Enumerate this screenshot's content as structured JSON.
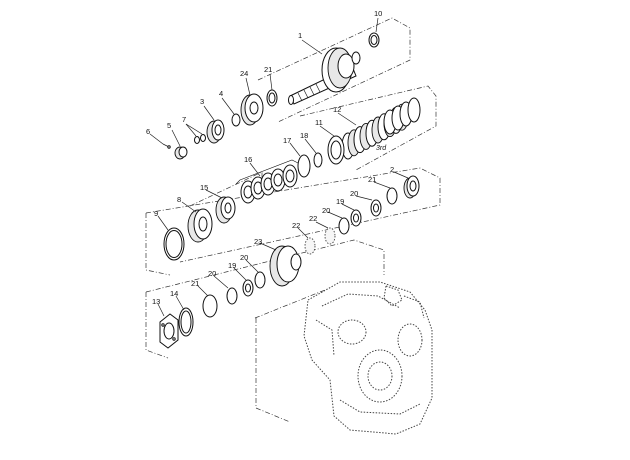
{
  "callouts": [
    {
      "id": "c1",
      "text": "1"
    },
    {
      "id": "c10",
      "text": "10"
    },
    {
      "id": "c21a",
      "text": "21"
    },
    {
      "id": "c24",
      "text": "24"
    },
    {
      "id": "c4",
      "text": "4"
    },
    {
      "id": "c3",
      "text": "3"
    },
    {
      "id": "c7",
      "text": "7"
    },
    {
      "id": "c5",
      "text": "5"
    },
    {
      "id": "c6",
      "text": "6"
    },
    {
      "id": "c12",
      "text": "12"
    },
    {
      "id": "c11",
      "text": "11"
    },
    {
      "id": "c18",
      "text": "18"
    },
    {
      "id": "c17",
      "text": "17"
    },
    {
      "id": "c16",
      "text": "16"
    },
    {
      "id": "c3rd",
      "text": "3rd"
    },
    {
      "id": "c2",
      "text": "2"
    },
    {
      "id": "c21b",
      "text": "21"
    },
    {
      "id": "c20a",
      "text": "20"
    },
    {
      "id": "c19a",
      "text": "19"
    },
    {
      "id": "c20b",
      "text": "20"
    },
    {
      "id": "c22a",
      "text": "22"
    },
    {
      "id": "c22b",
      "text": "22"
    },
    {
      "id": "c15",
      "text": "15"
    },
    {
      "id": "c8",
      "text": "8"
    },
    {
      "id": "c9",
      "text": "9"
    },
    {
      "id": "c23",
      "text": "23"
    },
    {
      "id": "c20c",
      "text": "20"
    },
    {
      "id": "c19b",
      "text": "19"
    },
    {
      "id": "c20d",
      "text": "20"
    },
    {
      "id": "c21c",
      "text": "21"
    },
    {
      "id": "c14",
      "text": "14"
    },
    {
      "id": "c13",
      "text": "13"
    }
  ]
}
